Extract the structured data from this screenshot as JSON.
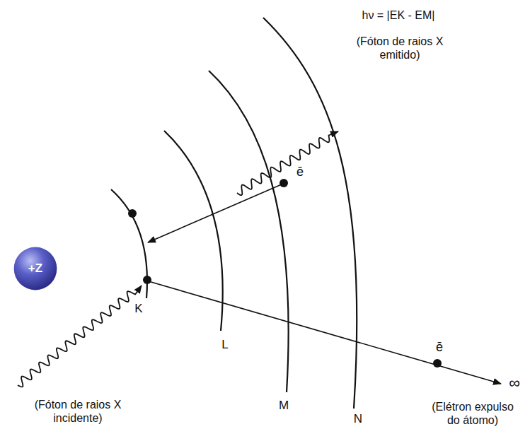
{
  "diagram": {
    "nodes": [
      {
        "text": [
          "+Z"
        ]
      }
    ],
    "labels": [
      "hν = |EK - EM|",
      "(Fóton de raios X emitido)",
      "ē",
      "K",
      "L",
      "M",
      "N",
      "(Fóton de raios X incidente)",
      "ē",
      "∞",
      "(Elétron expulso do átomo)"
    ]
  }
}
